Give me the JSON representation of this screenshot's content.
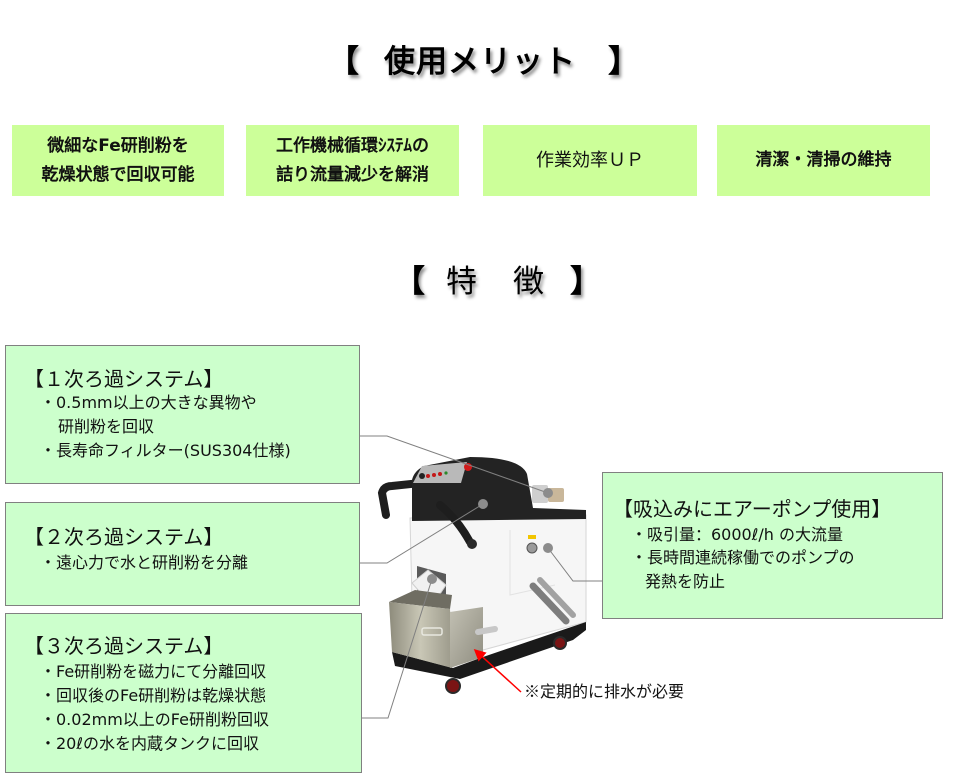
{
  "colors": {
    "merit_box_bg": "#ccff99",
    "feature_box_bg": "#ccffcc",
    "leader_line": "#808080",
    "arrow": "#ff0000"
  },
  "merits": {
    "title_open": "【",
    "title_text": "使用メリット",
    "title_close": "】",
    "items": [
      {
        "lines": [
          "微細なFe研削粉を",
          "乾燥状態で回収可能"
        ]
      },
      {
        "lines": [
          "工作機械循環ｼｽﾃﾑの",
          "詰り流量減少を解消"
        ]
      },
      {
        "lines": [
          "作業効率ＵＰ"
        ]
      },
      {
        "lines": [
          "清潔・清掃の維持"
        ]
      }
    ]
  },
  "features": {
    "title_open": "【",
    "title_chars": [
      "特",
      "徴"
    ],
    "title_close": "】",
    "boxes": [
      {
        "title": "【１次ろ過システム】",
        "lines": [
          "・0.5mm以上の大きな異物や",
          "研削粉を回収",
          "・長寿命フィルター(SUS304仕様)"
        ]
      },
      {
        "title": "【２次ろ過システム】",
        "lines": [
          "・遠心力で水と研削粉を分離"
        ]
      },
      {
        "title": "【３次ろ過システム】",
        "lines": [
          "・Fe研削粉を磁力にて分離回収",
          "・回収後のFe研削粉は乾燥状態",
          "・0.02mm以上のFe研削粉回収",
          "・20ℓの水を内蔵タンクに回収"
        ]
      },
      {
        "title": "【吸込みにエアーポンプ使用】",
        "lines": [
          "・吸引量：6000ℓ/h の大流量",
          "・長時間連続稼働でのポンプの",
          "発熱を防止"
        ]
      }
    ],
    "drain_note": "※定期的に排水が必要"
  }
}
